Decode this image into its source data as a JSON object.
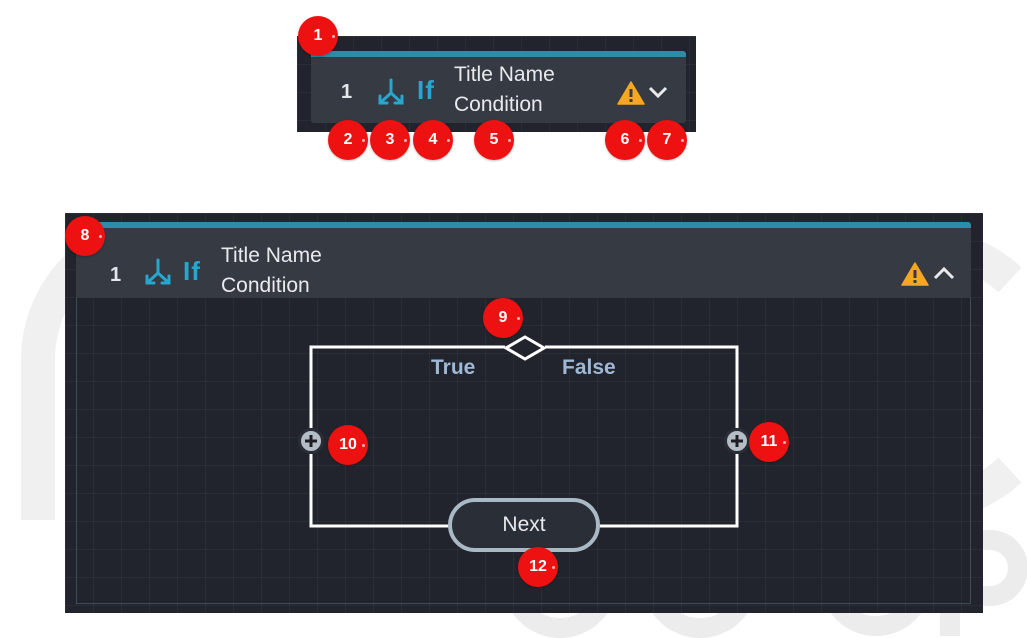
{
  "collapsed_node": {
    "index": "1",
    "type_label": "If",
    "title": "Title Name",
    "subtitle": "Condition",
    "icons": [
      "branch-icon",
      "warning-icon",
      "chevron-down-icon"
    ]
  },
  "expanded_node": {
    "index": "1",
    "type_label": "If",
    "title": "Title Name",
    "subtitle": "Condition",
    "icons": [
      "branch-icon",
      "warning-icon",
      "chevron-up-icon"
    ],
    "flow": {
      "true_label": "True",
      "false_label": "False",
      "next_label": "Next",
      "icons": [
        "diamond-decision-icon",
        "plus-icon"
      ]
    }
  },
  "callouts": [
    "1",
    "2",
    "3",
    "4",
    "5",
    "6",
    "7",
    "8",
    "9",
    "10",
    "11",
    "12"
  ],
  "colors": {
    "panel_background": "#21242c",
    "node_background": "#363a43",
    "accent": "#2b8ea6",
    "if_label": "#27a7cf",
    "warning": "#f5a623",
    "branch_label": "#9fb8d6",
    "callout": "#ee1111"
  }
}
